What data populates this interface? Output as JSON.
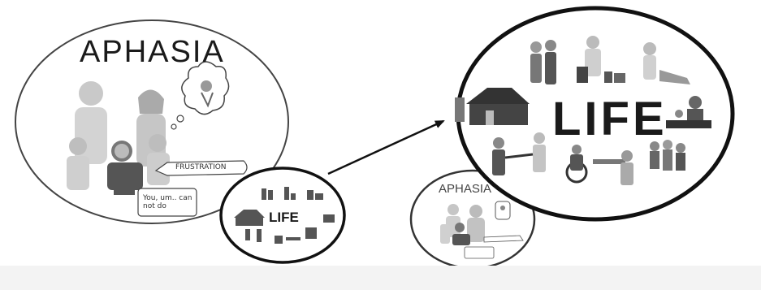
{
  "left_circle": {
    "title": "APHASIA"
  },
  "speech_bubbles": {
    "frustration": "FRUSTRATION",
    "you_um": "You, um.. can\nnot do"
  },
  "small_life_circle": {
    "label": "LIFE"
  },
  "small_aphasia_circle": {
    "label": "APHASIA"
  },
  "big_life_circle": {
    "label": "LIFE"
  },
  "colors": {
    "ink": "#1a1a1a",
    "figure": "#bdbdbd",
    "figure_dark": "#444444",
    "background": "#ffffff"
  }
}
